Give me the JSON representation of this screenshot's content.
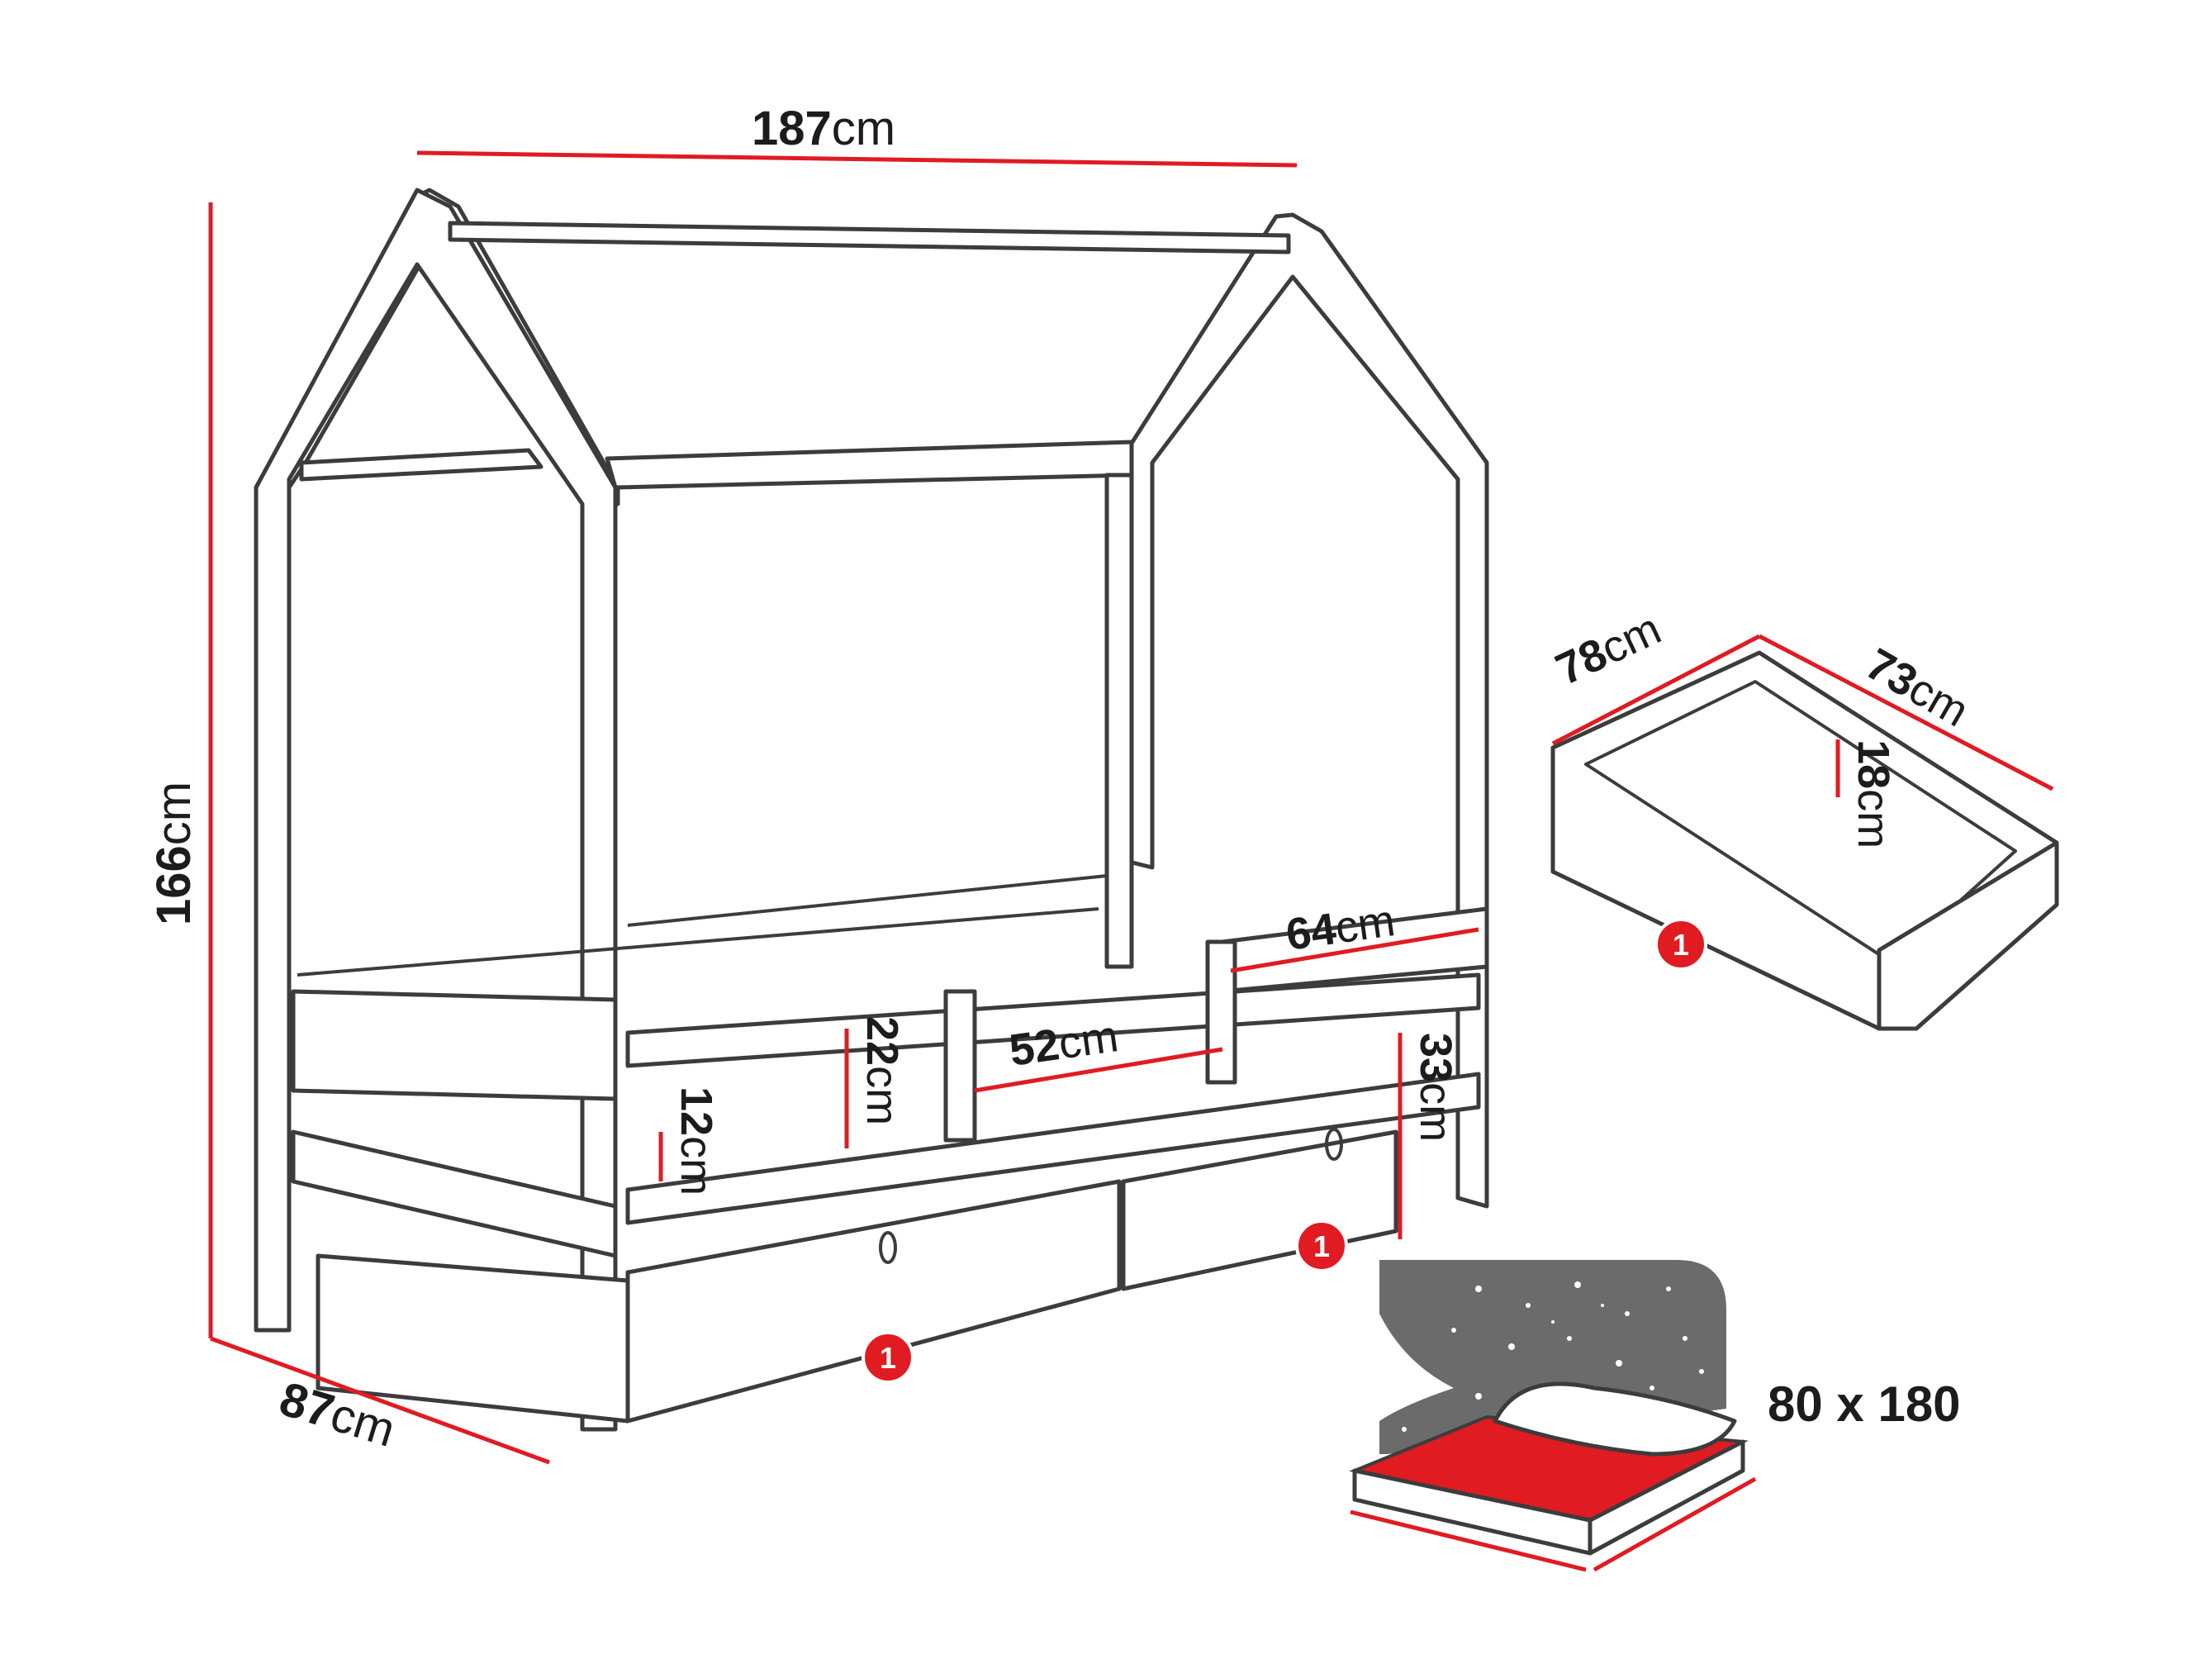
{
  "bed": {
    "width": {
      "number": "187",
      "unit": "cm"
    },
    "height": {
      "number": "166",
      "unit": "cm"
    },
    "depth": {
      "number": "87",
      "unit": "cm"
    },
    "rail_64": {
      "number": "64",
      "unit": "cm"
    },
    "rail_52": {
      "number": "52",
      "unit": "cm"
    },
    "rail_22": {
      "number": "22",
      "unit": "cm"
    },
    "rail_12": {
      "number": "12",
      "unit": "cm"
    },
    "drawer_height": {
      "number": "33",
      "unit": "cm"
    }
  },
  "drawer": {
    "width": {
      "number": "78",
      "unit": "cm"
    },
    "length": {
      "number": "73",
      "unit": "cm"
    },
    "depth": {
      "number": "18",
      "unit": "cm"
    }
  },
  "mattress": {
    "size": "80 x 180"
  },
  "markers": [
    "1",
    "1",
    "1"
  ],
  "colors": {
    "accent": "#e01b22",
    "line": "#3c3c3c",
    "text": "#1c1c1c",
    "panel": "#6b6b6b"
  }
}
